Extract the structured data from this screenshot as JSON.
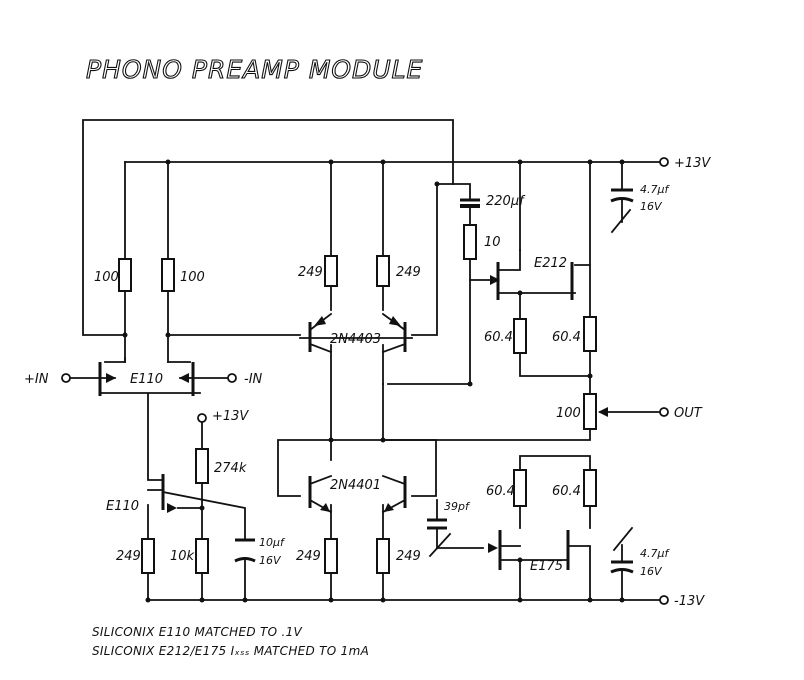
{
  "title": "PHONO PREAMP MODULE",
  "rails": {
    "positive": "+13V",
    "negative": "-13V",
    "bias_supply": "+13V"
  },
  "ports": {
    "in_plus": "+IN",
    "in_minus": "-IN",
    "out": "OUT"
  },
  "transistors": {
    "input_pair": "E110",
    "current_source": "E110",
    "upper_pair": "2N4403",
    "lower_pair": "2N4401",
    "output_upper": "E212",
    "output_lower": "E175"
  },
  "resistors": {
    "r_in_left": "100",
    "r_in_right": "100",
    "r_up_left": "249",
    "r_up_right": "249",
    "r_feedback": "10",
    "r_out_up_left": "60.4",
    "r_out_up_right": "60.4",
    "pot_out": "100",
    "r_bias": "274k",
    "r_cs_source": "249",
    "r_cs_gate": "10k",
    "r_low_left": "249",
    "r_low_right": "249",
    "r_out_low_left": "60.4",
    "r_out_low_right": "60.4"
  },
  "capacitors": {
    "c_feedback": "220µf",
    "c_pos_rail_value": "4.7µf",
    "c_pos_rail_volt": "16V",
    "c_bias_value": "10µf",
    "c_bias_volt": "16V",
    "c_comp": "39pf",
    "c_neg_rail_value": "4.7µf",
    "c_neg_rail_volt": "16V"
  },
  "notes": [
    "SILICONIX E110  MATCHED TO .1V",
    "SILICONIX E212/E175 Iₓₛₛ MATCHED TO 1mA"
  ]
}
